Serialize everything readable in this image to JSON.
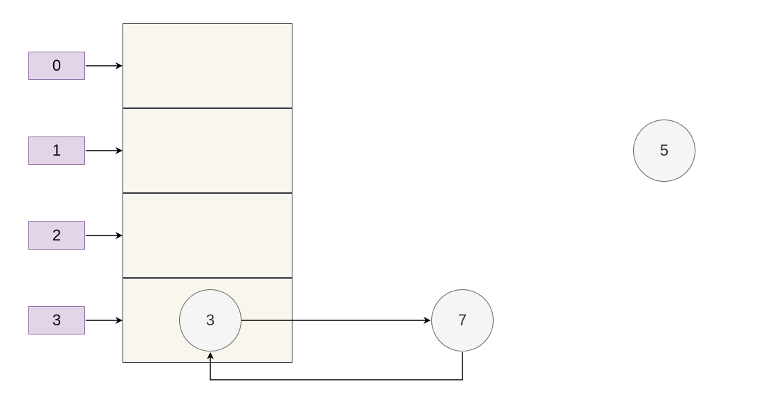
{
  "index_labels": [
    "0",
    "1",
    "2",
    "3"
  ],
  "nodes": {
    "node_a": "3",
    "node_b": "7",
    "node_c": "5"
  },
  "colors": {
    "index_fill": "#e1d5e7",
    "index_stroke": "#9673a6",
    "slot_fill": "#f9f7ed",
    "slot_stroke": "#36393d",
    "node_fill": "#f5f5f5",
    "node_stroke": "#666666",
    "arrow": "#000000"
  }
}
